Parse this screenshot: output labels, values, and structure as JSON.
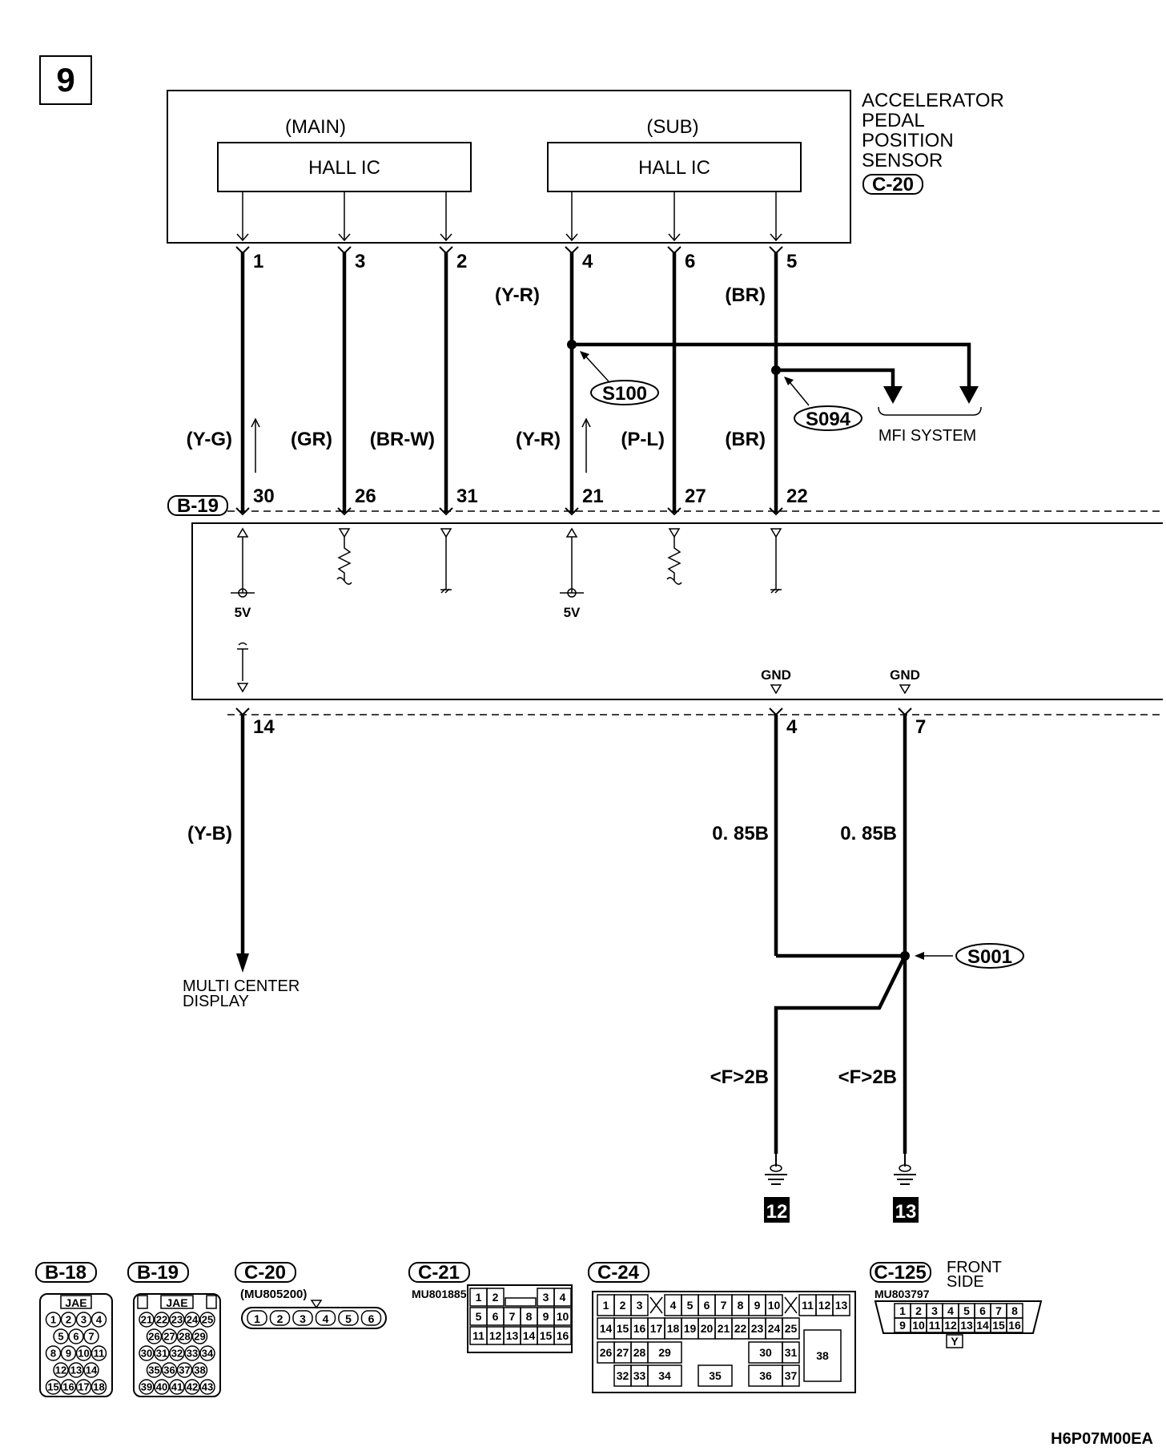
{
  "page": {
    "number": "9",
    "code": "H6P07M00EA"
  },
  "sensor": {
    "name_lines": [
      "ACCELERATOR",
      "PEDAL",
      "POSITION",
      "SENSOR"
    ],
    "connector": "C-20",
    "main_label": "(MAIN)",
    "sub_label": "(SUB)",
    "main_chip": "HALL IC",
    "sub_chip": "HALL IC"
  },
  "sensor_pins": [
    "1",
    "3",
    "2",
    "4",
    "6",
    "5"
  ],
  "upper_wire_colors": {
    "pin4": "(Y-R)",
    "pin5": "(BR)"
  },
  "lower_wire_colors": [
    "(Y-G)",
    "(GR)",
    "(BR-W)",
    "(Y-R)",
    "(P-L)",
    "(BR)"
  ],
  "splices": {
    "s100": "S100",
    "s094": "S094",
    "s001": "S001"
  },
  "mfi_system": "MFI SYSTEM",
  "ecu": {
    "connector": "B-19",
    "top_pins": [
      "30",
      "26",
      "31",
      "21",
      "27",
      "22"
    ],
    "voltage_labels": [
      "5V",
      "5V"
    ],
    "gnd_labels": [
      "GND",
      "GND"
    ],
    "bottom_pins": [
      "14",
      "4",
      "7"
    ]
  },
  "output": {
    "wire_color": "(Y-B)",
    "dest_lines": [
      "MULTI CENTER",
      "DISPLAY"
    ]
  },
  "ground": {
    "wire_sizes_upper": [
      "0. 85B",
      "0. 85B"
    ],
    "wire_sizes_lower": [
      "<F>2B",
      "<F>2B"
    ],
    "ground_points": [
      "12",
      "13"
    ]
  },
  "connectors": {
    "b18": {
      "name": "B-18",
      "maker": "JAE",
      "rows": [
        [
          "1",
          "2",
          "3",
          "4"
        ],
        [
          "5",
          "6",
          "7"
        ],
        [
          "8",
          "9",
          "10",
          "11"
        ],
        [
          "12",
          "13",
          "14"
        ],
        [
          "15",
          "16",
          "17",
          "18"
        ]
      ]
    },
    "b19": {
      "name": "B-19",
      "maker": "JAE",
      "rows": [
        [
          "21",
          "22",
          "23",
          "24",
          "25"
        ],
        [
          "26",
          "27",
          "28",
          "29"
        ],
        [
          "30",
          "31",
          "32",
          "33",
          "34"
        ],
        [
          "35",
          "36",
          "37",
          "38"
        ],
        [
          "39",
          "40",
          "41",
          "42",
          "43"
        ]
      ]
    },
    "c20": {
      "name": "C-20",
      "part": "(MU805200)",
      "pins": [
        "1",
        "2",
        "3",
        "4",
        "5",
        "6"
      ]
    },
    "c21": {
      "name": "C-21",
      "part": "MU801885",
      "rows": [
        [
          "1",
          "2",
          "",
          "",
          "3",
          "4"
        ],
        [
          "5",
          "6",
          "7",
          "8",
          "9",
          "10"
        ],
        [
          "11",
          "12",
          "13",
          "14",
          "15",
          "16"
        ]
      ]
    },
    "c24": {
      "name": "C-24",
      "rows": [
        [
          "1",
          "2",
          "3",
          "",
          "4",
          "5",
          "6",
          "7",
          "8",
          "9",
          "10",
          "",
          "11",
          "12",
          "13"
        ],
        [
          "14",
          "15",
          "16",
          "17",
          "18",
          "19",
          "20",
          "21",
          "22",
          "23",
          "24",
          "25"
        ],
        [
          "26",
          "27",
          "28",
          "29",
          "30",
          "31",
          "38"
        ],
        [
          "32",
          "33",
          "34",
          "35",
          "36",
          "37"
        ]
      ]
    },
    "c125": {
      "name": "C-125",
      "part": "MU803797",
      "side_lines": [
        "FRONT",
        "SIDE"
      ],
      "rows": [
        [
          "1",
          "2",
          "3",
          "4",
          "5",
          "6",
          "7",
          "8"
        ],
        [
          "9",
          "10",
          "11",
          "12",
          "13",
          "14",
          "15",
          "16"
        ]
      ],
      "color_code": "Y"
    }
  }
}
